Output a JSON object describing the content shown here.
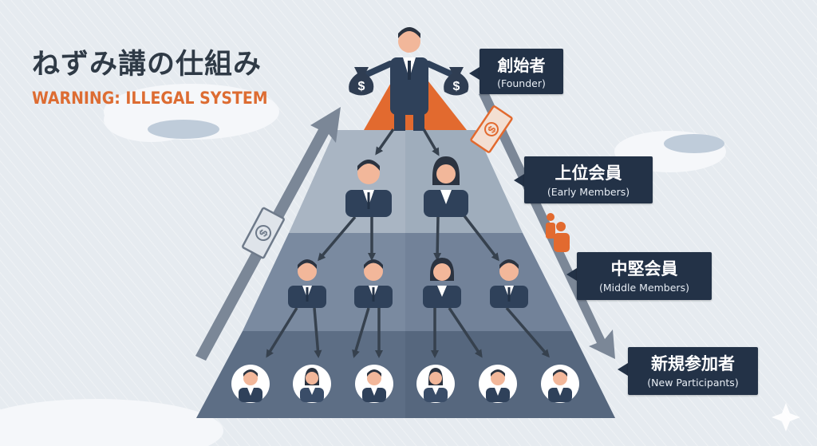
{
  "title": "ねずみ講の仕組み",
  "warning": "WARNING: ILLEGAL SYSTEM",
  "labels": [
    {
      "main": "創始者",
      "sub": "(Founder)"
    },
    {
      "main": "上位会員",
      "sub": "(Early Members)"
    },
    {
      "main": "中堅会員",
      "sub": "(Middle Members)"
    },
    {
      "main": "新規参加者",
      "sub": "(New Participants)"
    }
  ],
  "currency_symbol": "$",
  "colors": {
    "tier1": "#a9b5c3",
    "tier2": "#7a8aa0",
    "tier3": "#5d6e85",
    "founder_cape": "#e26a2f",
    "suit": "#2f415a",
    "label_bg": "#233247",
    "warning": "#dd6c32",
    "arrow": "#36414e",
    "side_arrow": "#7b8797"
  }
}
